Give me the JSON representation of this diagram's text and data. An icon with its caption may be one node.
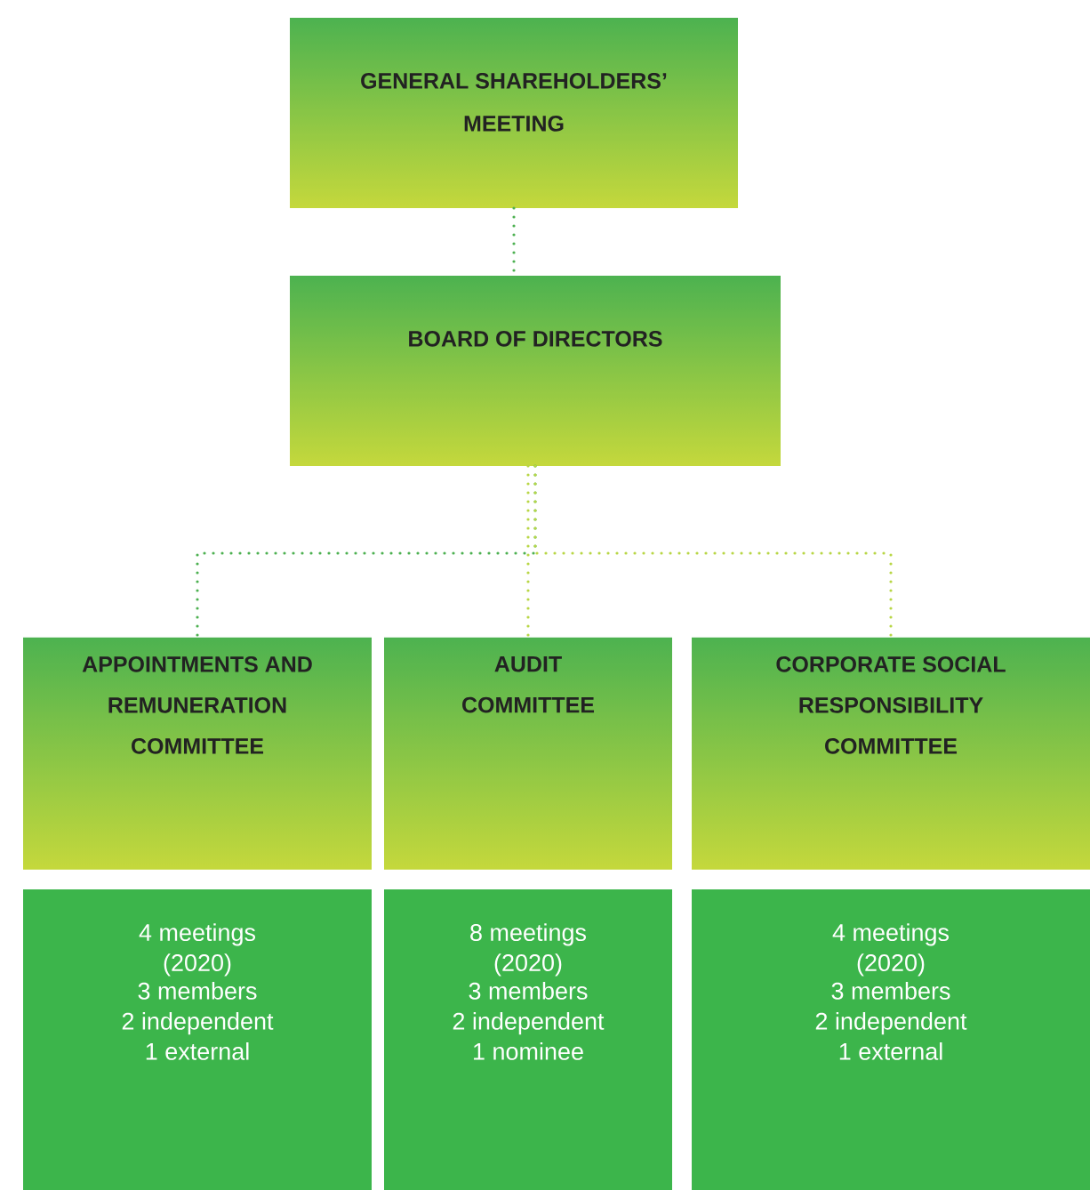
{
  "diagram": {
    "nodes": [
      {
        "text": [
          "GENERAL SHAREHOLDERS’ MEETING"
        ]
      },
      {
        "text": [
          "BOARD OF DIRECTORS"
        ]
      },
      {
        "text": [
          "APPOINTMENTS AND REMUNERATION COMMITTEE"
        ]
      },
      {
        "text": [
          "AUDIT COMMITTEE"
        ]
      },
      {
        "text": [
          "CORPORATE SOCIAL RESPONSIBILITY COMMITTEE"
        ]
      },
      {
        "text": [
          "4 meetings (2020)",
          "3 members",
          "2 independent",
          "1 external"
        ]
      },
      {
        "text": [
          "8 meetings (2020)",
          "3 members",
          "2 independent",
          "1 nominee"
        ]
      },
      {
        "text": [
          "4 meetings (2020)",
          "3 members",
          "2 independent",
          "1 external"
        ]
      }
    ],
    "edges": [
      {
        "from": 0,
        "to": 1,
        "arrow": "none"
      },
      {
        "from": 1,
        "to": 2,
        "arrow": "none"
      },
      {
        "from": 1,
        "to": 3,
        "arrow": "none",
        "color": "#b8d645"
      },
      {
        "from": 1,
        "to": 4,
        "arrow": "none",
        "color": "#b8d645"
      }
    ]
  }
}
